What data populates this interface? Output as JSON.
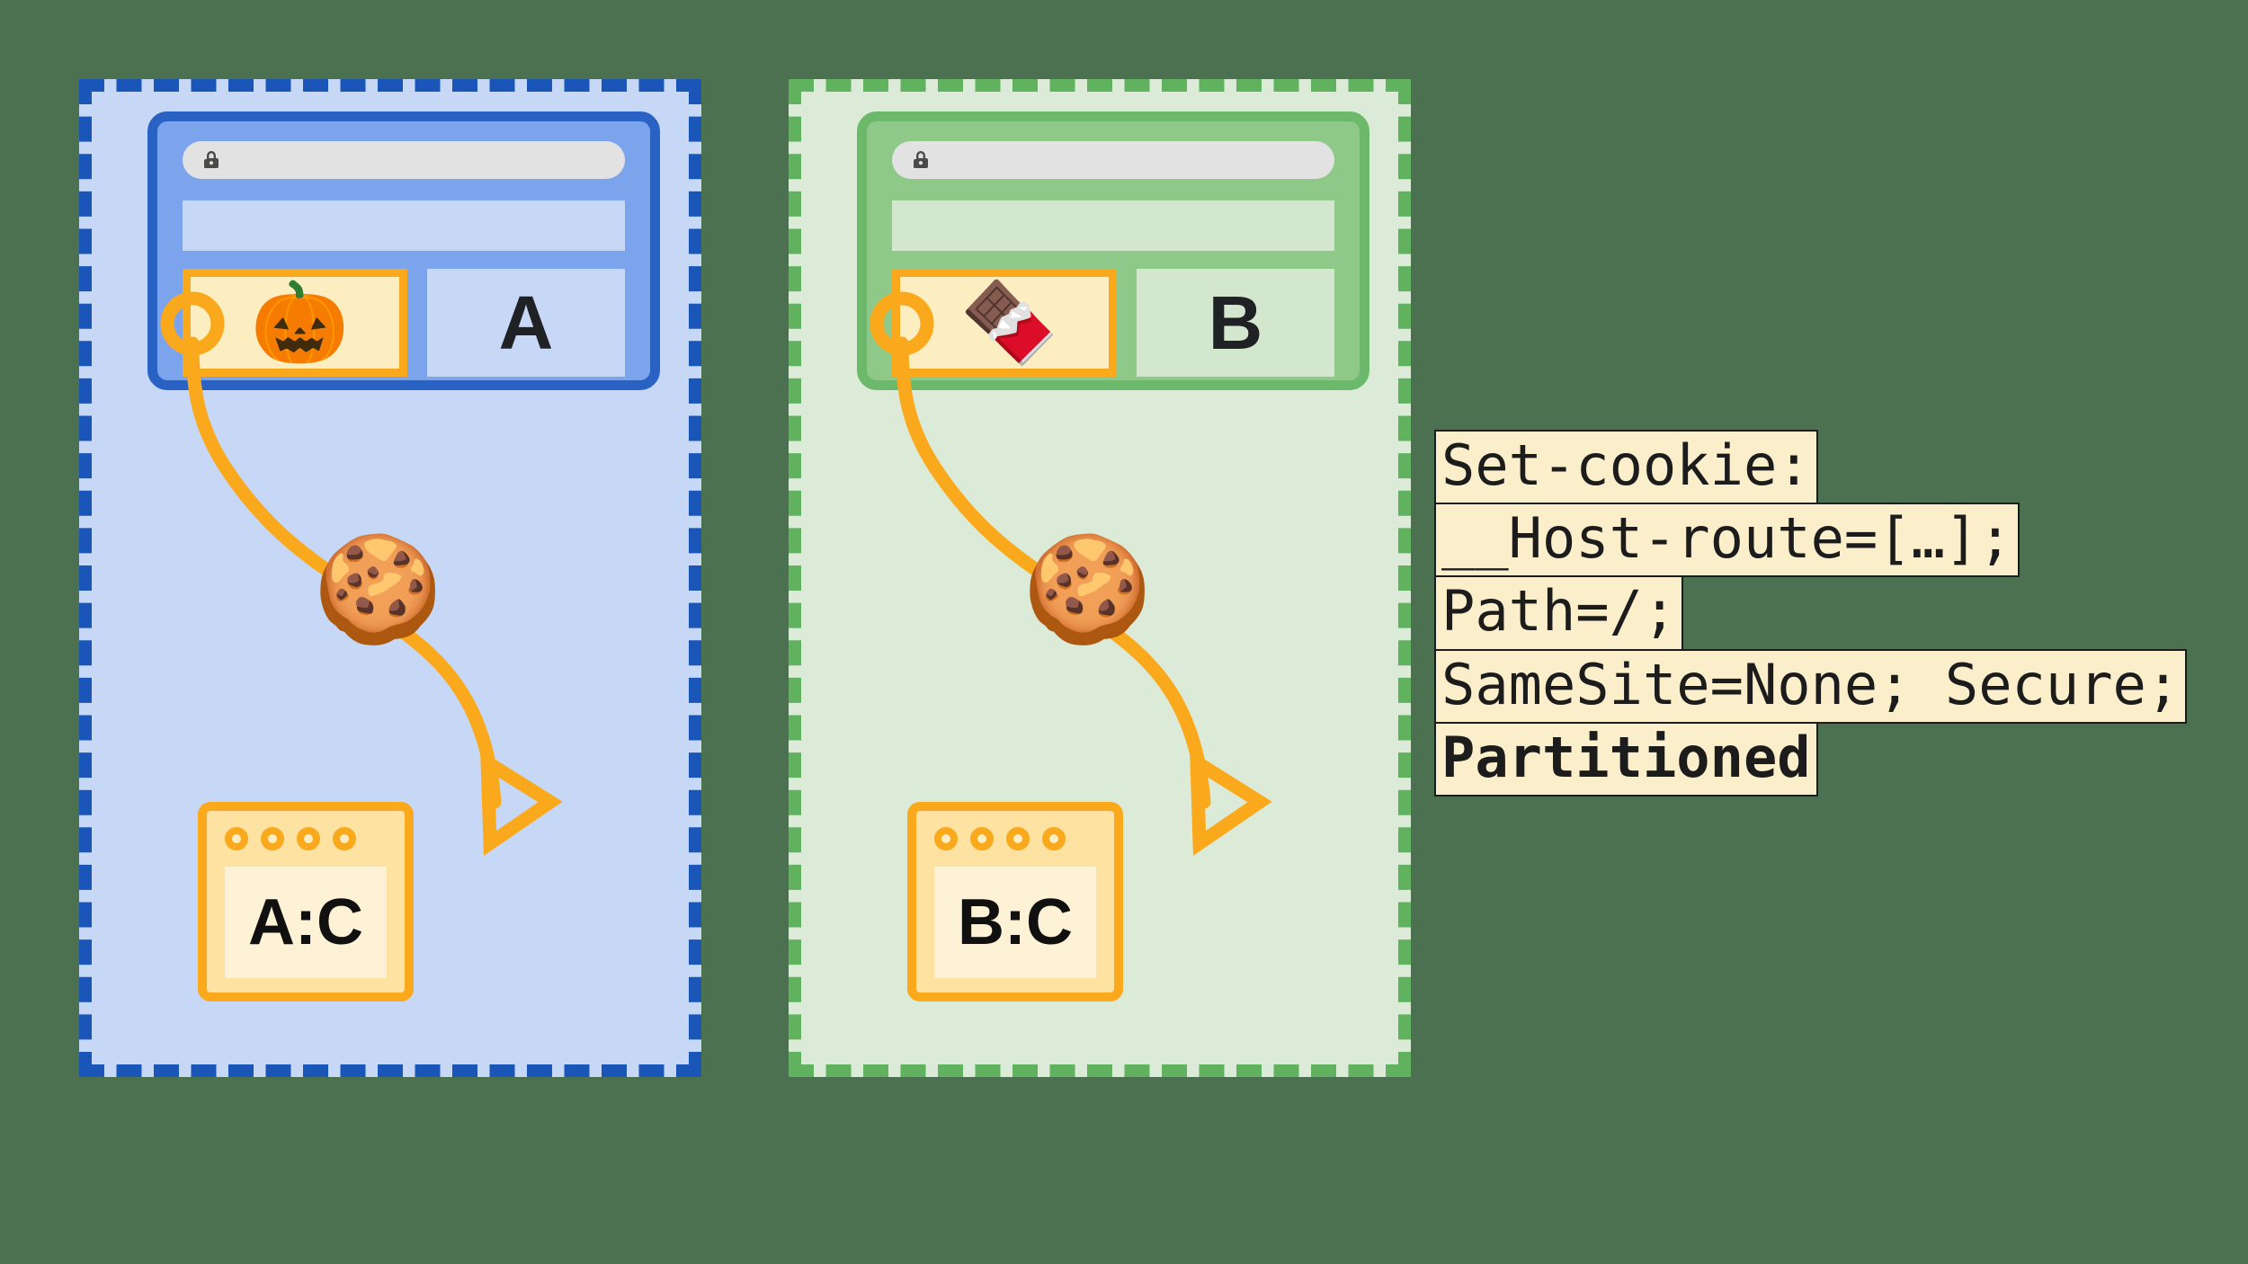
{
  "background_color": "#4c7151",
  "accent_color": "#faa91c",
  "panels": [
    {
      "id": "panel-a",
      "partition_color": "#1a56b8",
      "partition_fill": "#c7d8f7",
      "browser_border": "#2a62c4",
      "browser_fill": "#7ca4ed",
      "site_letter": "A",
      "embed_icon": "jack-o-lantern-icon",
      "embed_emoji": "🎃",
      "url_lock_icon": "lock-icon",
      "cookie_icon": "cookie-icon",
      "cookie_emoji": "🍪",
      "storage_label": "A:C",
      "storage_dots": 4
    },
    {
      "id": "panel-b",
      "partition_color": "#61b25f",
      "partition_fill": "#dcebd8",
      "browser_border": "#6db96c",
      "browser_fill": "#8ec98a",
      "site_letter": "B",
      "embed_icon": "chocolate-bar-icon",
      "embed_emoji": "🍫",
      "url_lock_icon": "lock-icon",
      "cookie_icon": "cookie-icon",
      "cookie_emoji": "🍪",
      "storage_label": "B:C",
      "storage_dots": 4
    }
  ],
  "code": {
    "lines": [
      {
        "text": "Set-cookie:",
        "bold": false
      },
      {
        "text": "__Host-route=[…];",
        "bold": false
      },
      {
        "text": "Path=/;",
        "bold": false
      },
      {
        "text": "SameSite=None; Secure;",
        "bold": false
      },
      {
        "text": "Partitioned",
        "bold": true
      }
    ]
  }
}
